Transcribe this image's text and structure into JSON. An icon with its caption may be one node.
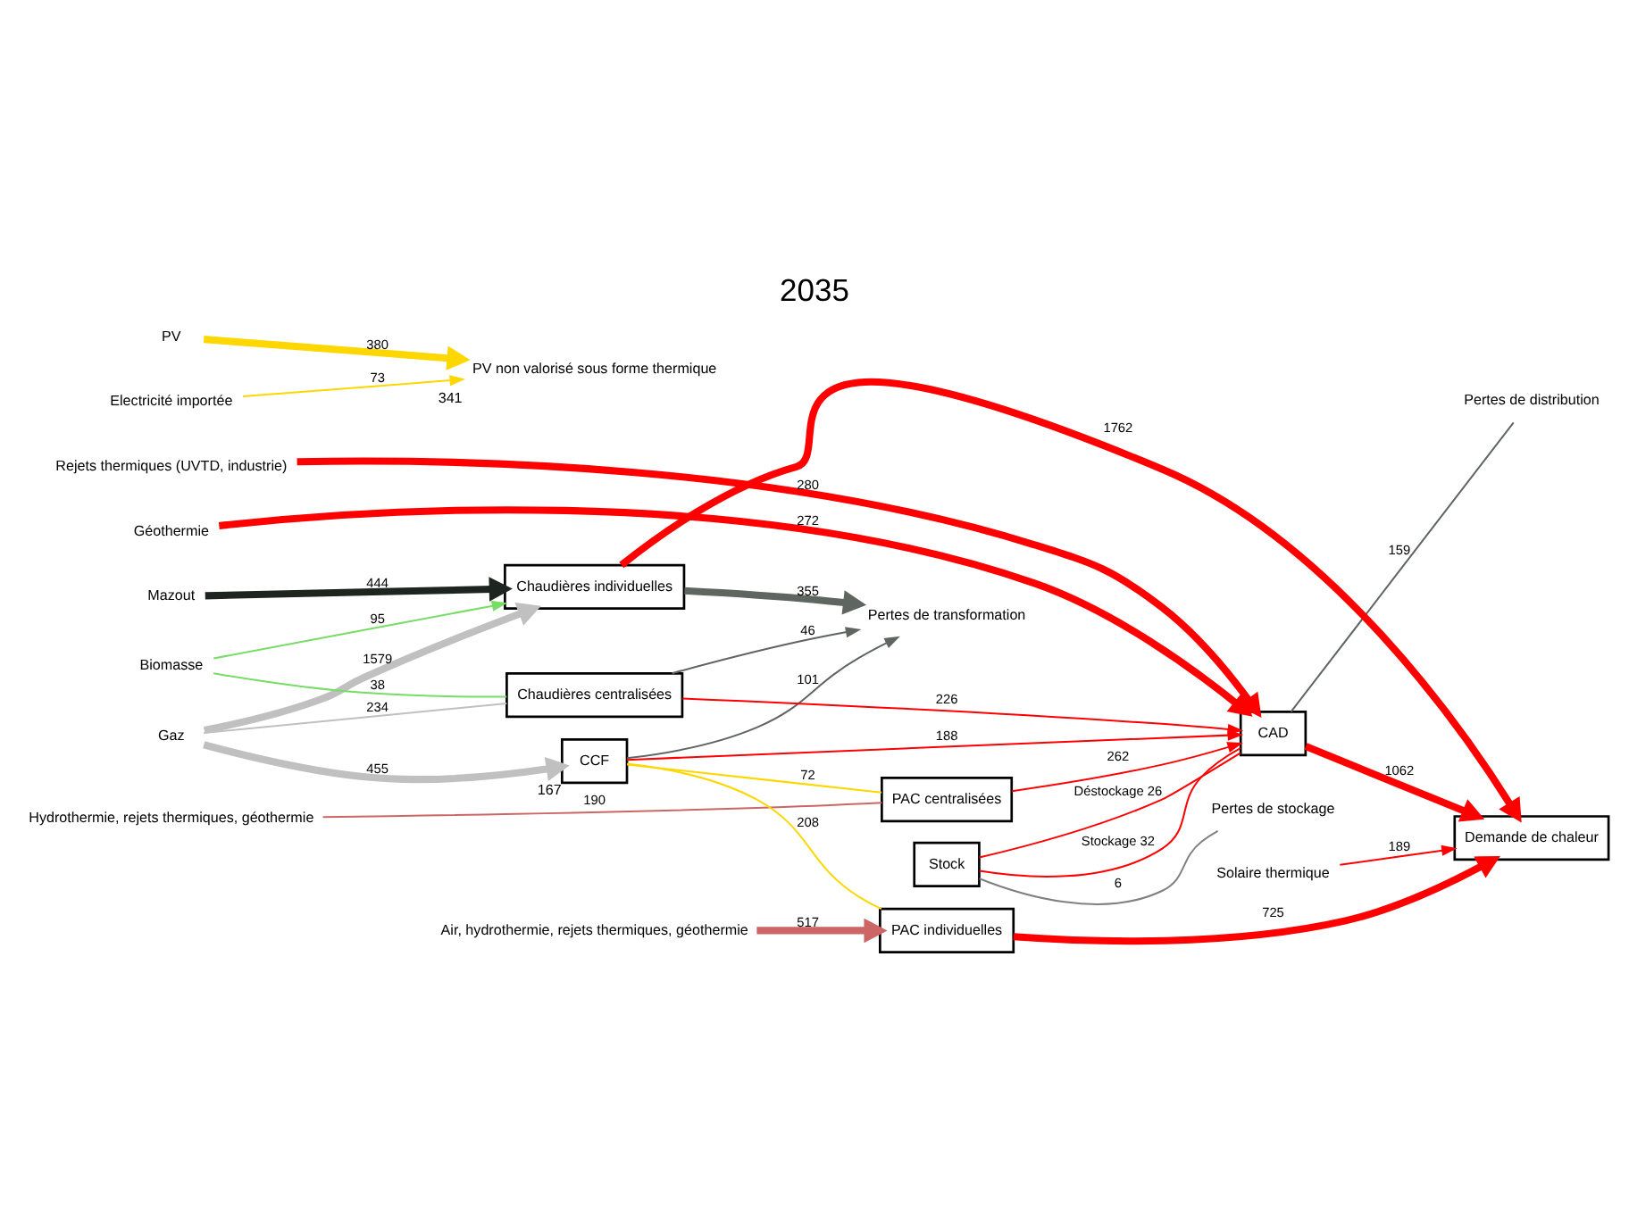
{
  "diagram": {
    "title": "2035",
    "nodes": [
      {
        "text": [
          "Rejets thermiques (UVTD, industrie)"
        ]
      },
      {
        "text": [
          "Géothermie"
        ]
      },
      {
        "text": [
          "Hydrothermie, rejets thermiques, géothermie"
        ]
      },
      {
        "text": [
          "PV"
        ]
      },
      {
        "text": [
          "Electricité importée"
        ]
      },
      {
        "text": [
          "Gaz"
        ]
      },
      {
        "text": [
          "Biomasse"
        ]
      },
      {
        "text": [
          "Mazout"
        ]
      },
      {
        "text": [
          "Stock"
        ]
      },
      {
        "text": [
          "Pertes de stockage"
        ]
      },
      {
        "text": [
          "CAD"
        ]
      },
      {
        "text": [
          "Pertes de distribution"
        ]
      },
      {
        "text": [
          "PAC centralisées"
        ]
      },
      {
        "text": [
          "CCF"
        ],
        "beside": [
          "167"
        ]
      },
      {
        "text": [
          "Chaudières centralisées"
        ]
      },
      {
        "text": [
          "Air, hydrothermie, rejets thermiques, géothermie"
        ]
      },
      {
        "text": [
          "PAC individuelles"
        ]
      },
      {
        "text": [
          "Demande de chaleur"
        ]
      },
      {
        "text": [
          "Chaudières individuelles"
        ]
      },
      {
        "text": [
          "Solaire thermique"
        ]
      },
      {
        "text": [
          "Pertes de transformation"
        ]
      },
      {
        "text": [
          "PV non valorisé sous forme thermique"
        ],
        "beside": [
          "341"
        ]
      }
    ],
    "edges": [
      {
        "from": 0,
        "to": 10,
        "arrow": "to",
        "label": "280",
        "style": "thick"
      },
      {
        "from": 1,
        "to": 10,
        "arrow": "to",
        "label": "272",
        "style": "thick"
      },
      {
        "from": 2,
        "to": 12,
        "arrow": "none",
        "label": "190",
        "color": "#cc6666"
      },
      {
        "from": 12,
        "to": 10,
        "arrow": "to",
        "label": "262"
      },
      {
        "from": 10,
        "to": 8,
        "arrow": "none",
        "label": "Stockage 32"
      },
      {
        "from": 8,
        "to": 10,
        "arrow": "none",
        "label": "Déstockage 26"
      },
      {
        "from": 8,
        "to": 9,
        "arrow": "none",
        "label": "6",
        "color": "#808080"
      },
      {
        "from": 10,
        "to": 11,
        "arrow": "none",
        "label": "159",
        "color": "#5f6661"
      },
      {
        "from": 10,
        "to": 17,
        "arrow": "to",
        "label": "1062",
        "style": "thick"
      },
      {
        "from": 5,
        "to": 13,
        "arrow": "to",
        "label": "455",
        "color": "#c0c0c0",
        "style": "thick"
      },
      {
        "from": 5,
        "to": 14,
        "arrow": "none",
        "label": "234",
        "color": "#c0c0c0"
      },
      {
        "from": 5,
        "to": 18,
        "arrow": "to",
        "label": "1579",
        "color": "#c0c0c0",
        "style": "thick"
      },
      {
        "from": 6,
        "to": 14,
        "arrow": "none",
        "label": "38",
        "color": "#77dd66"
      },
      {
        "from": 6,
        "to": 18,
        "arrow": "to",
        "label": "95",
        "color": "#77dd66"
      },
      {
        "from": 7,
        "to": 18,
        "arrow": "to",
        "label": "444",
        "color": "#1e2420",
        "style": "thick"
      },
      {
        "from": 13,
        "to": 10,
        "arrow": "to",
        "label": "188"
      },
      {
        "from": 14,
        "to": 10,
        "arrow": "to",
        "label": "226"
      },
      {
        "from": 13,
        "to": 12,
        "arrow": "none",
        "label": "72",
        "color": "#ffd700"
      },
      {
        "from": 13,
        "to": 16,
        "arrow": "none",
        "label": "208",
        "color": "#ffd700"
      },
      {
        "from": 3,
        "to": 21,
        "arrow": "to",
        "label": "380",
        "color": "#ffd700",
        "style": "thick"
      },
      {
        "from": 4,
        "to": 21,
        "arrow": "to",
        "label": "73",
        "color": "#ffd700"
      },
      {
        "from": 15,
        "to": 16,
        "arrow": "to",
        "label": "517",
        "color": "#cc6666",
        "style": "thick"
      },
      {
        "from": 16,
        "to": 17,
        "arrow": "to",
        "label": "725",
        "style": "thick"
      },
      {
        "from": 18,
        "to": 17,
        "arrow": "to",
        "label": "1762",
        "style": "thick"
      },
      {
        "from": 19,
        "to": 17,
        "arrow": "to",
        "label": "189"
      },
      {
        "from": 13,
        "to": 20,
        "arrow": "to",
        "label": "101",
        "color": "#5f6661"
      },
      {
        "from": 14,
        "to": 20,
        "arrow": "to",
        "label": "46",
        "color": "#5f6661"
      },
      {
        "from": 18,
        "to": 20,
        "arrow": "to",
        "label": "355",
        "color": "#5f6661",
        "style": "thick"
      }
    ]
  }
}
